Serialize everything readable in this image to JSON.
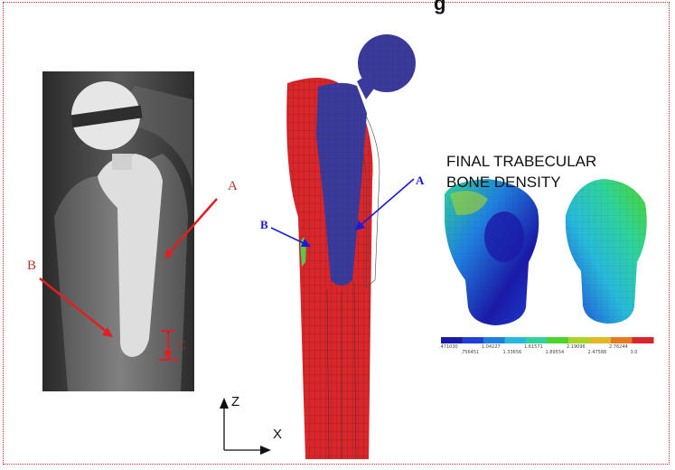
{
  "top_partial_text": "g",
  "xray": {
    "labels": {
      "a": "A",
      "b": "B",
      "c": "C"
    }
  },
  "fe_model": {
    "labels": {
      "a": "A",
      "b": "B"
    },
    "colors": {
      "bone": "#d8262b",
      "implant": "#3a3a9c",
      "arrow": "#1a1adb"
    }
  },
  "density": {
    "title_line1": "FINAL TRABECULAR",
    "title_line2": "BONE DENSITY",
    "legend_colors": [
      "#1a1aa8",
      "#1f3fd6",
      "#1f7fe0",
      "#27b9dc",
      "#2fd39a",
      "#4cd42a",
      "#a8d426",
      "#e0b826",
      "#e57a1f",
      "#d8262b"
    ],
    "tick_labels": [
      ".471030",
      ".756451",
      "1.04227",
      "1.33656",
      "1.61571",
      "1.89554",
      "2.19096",
      "2.47588",
      "2.76244",
      "3.0"
    ]
  },
  "axes": {
    "z": "Z",
    "x": "X"
  }
}
